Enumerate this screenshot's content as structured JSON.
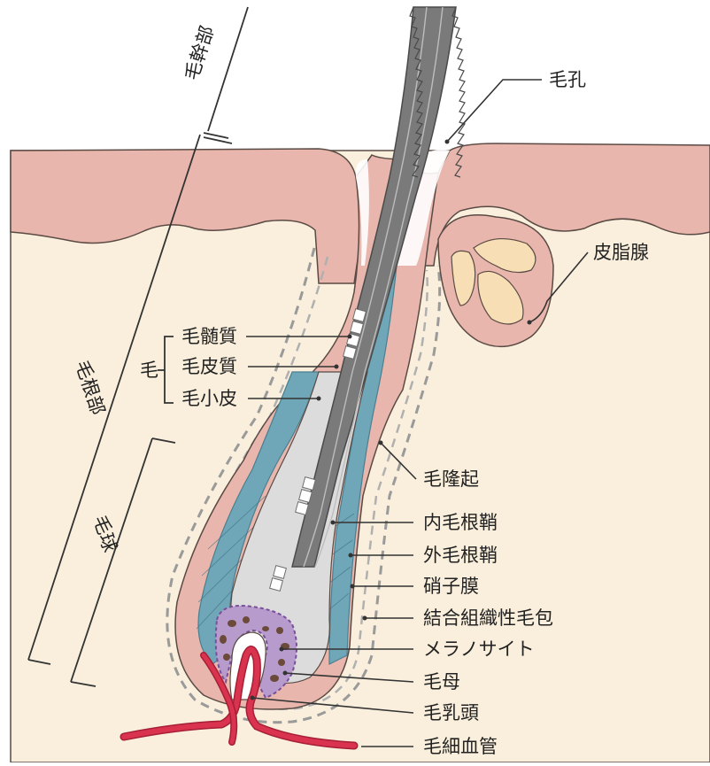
{
  "colors": {
    "dermis": "#f9efdc",
    "skin": "#e8b6ac",
    "skin_stroke": "#5a4a44",
    "hair_shaft": "#8a8a8a",
    "hair_dark": "#6d6d6d",
    "inner_root_sheath": "#6fa7b8",
    "outer_root_sheath": "#e8b6ac",
    "bulb_light": "#dcdcdc",
    "melanocyte_zone": "#b69bcc",
    "melanocyte_dot": "#6b4a3a",
    "vessel": "#d9334f",
    "sebaceous": "#f7deb4",
    "leader": "#333333",
    "dashed": "#9a9a9a"
  },
  "labels": {
    "hair_shaft_part": "毛幹部",
    "hair_root_part": "毛根部",
    "hair_bulb": "毛球",
    "hair": "毛",
    "medulla": "毛髄質",
    "cortex": "毛皮質",
    "cuticle": "毛小皮",
    "pore": "毛孔",
    "sebaceous_gland": "皮脂腺",
    "bulge": "毛隆起",
    "inner_root_sheath": "内毛根鞘",
    "outer_root_sheath": "外毛根鞘",
    "glassy_membrane": "硝子膜",
    "connective_tissue_sheath": "結合組織性毛包",
    "melanocyte": "メラノサイト",
    "hair_matrix": "毛母",
    "dermal_papilla": "毛乳頭",
    "capillary": "毛細血管"
  }
}
